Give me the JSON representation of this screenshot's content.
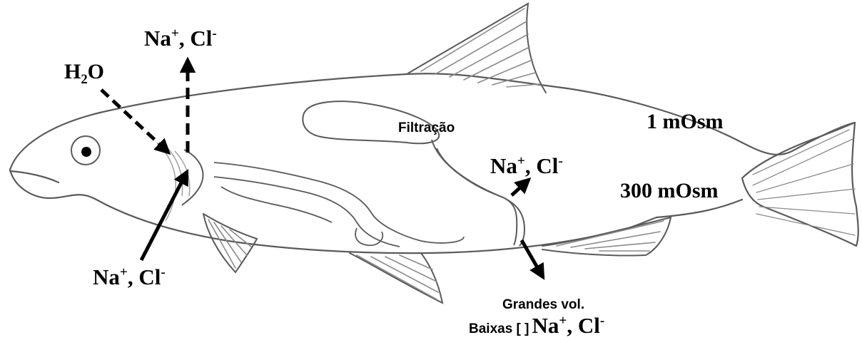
{
  "labels": {
    "water": {
      "base": "H",
      "sub": "2",
      "tail": "O"
    },
    "gill_out": {
      "na": "Na",
      "na_sup": "+",
      "sep": ", ",
      "cl": "Cl",
      "cl_sup": "-"
    },
    "gill_in": {
      "na": "Na",
      "na_sup": "+",
      "sep": ", ",
      "cl": "Cl",
      "cl_sup": "-"
    },
    "kidney": {
      "na": "Na",
      "na_sup": "+",
      "sep": ", ",
      "cl": "Cl",
      "cl_sup": "-"
    },
    "filtration": "Filtração",
    "external_osm": "1 mOsm",
    "internal_osm": "300 mOsm",
    "urine_line1": "Grandes vol.",
    "urine_prefix": "Baixas [ ]",
    "urine_ions": {
      "na": "Na",
      "na_sup": "+",
      "sep": ", ",
      "cl": "Cl",
      "cl_sup": "-"
    }
  },
  "colors": {
    "ink": "#000000",
    "outline": "#5a5a5a",
    "fin": "#8a8a8a",
    "background": "#ffffff"
  }
}
